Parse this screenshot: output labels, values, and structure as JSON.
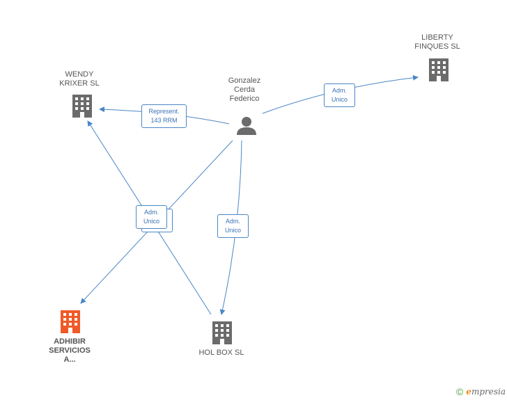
{
  "colors": {
    "edge": "#4a86c5",
    "building": "#6b6b6b",
    "building_highlight": "#f05a28",
    "person": "#6b6b6b"
  },
  "nodes": {
    "person": {
      "name": "Gonzalez\nCerda\nFederico",
      "icon": "person-icon"
    },
    "liberty": {
      "name": "LIBERTY\nFINQUES SL",
      "icon": "building-icon"
    },
    "wendy": {
      "name": "WENDY\nKRIXER  SL",
      "icon": "building-icon"
    },
    "adhibir": {
      "name": "ADHIBIR\nSERVICIOS\nA...",
      "icon": "building-icon"
    },
    "holbox": {
      "name": "HOL BOX SL",
      "icon": "building-icon"
    }
  },
  "edges": {
    "person_liberty": "Adm.\nUnico",
    "person_wendy": "Represent.\n143 RRM",
    "center_stack": "Adm.\nUnico",
    "person_holbox": "Adm.\nUnico"
  },
  "footer": {
    "copyright": "©",
    "brand_e": "e",
    "brand_rest": "mpresia"
  }
}
